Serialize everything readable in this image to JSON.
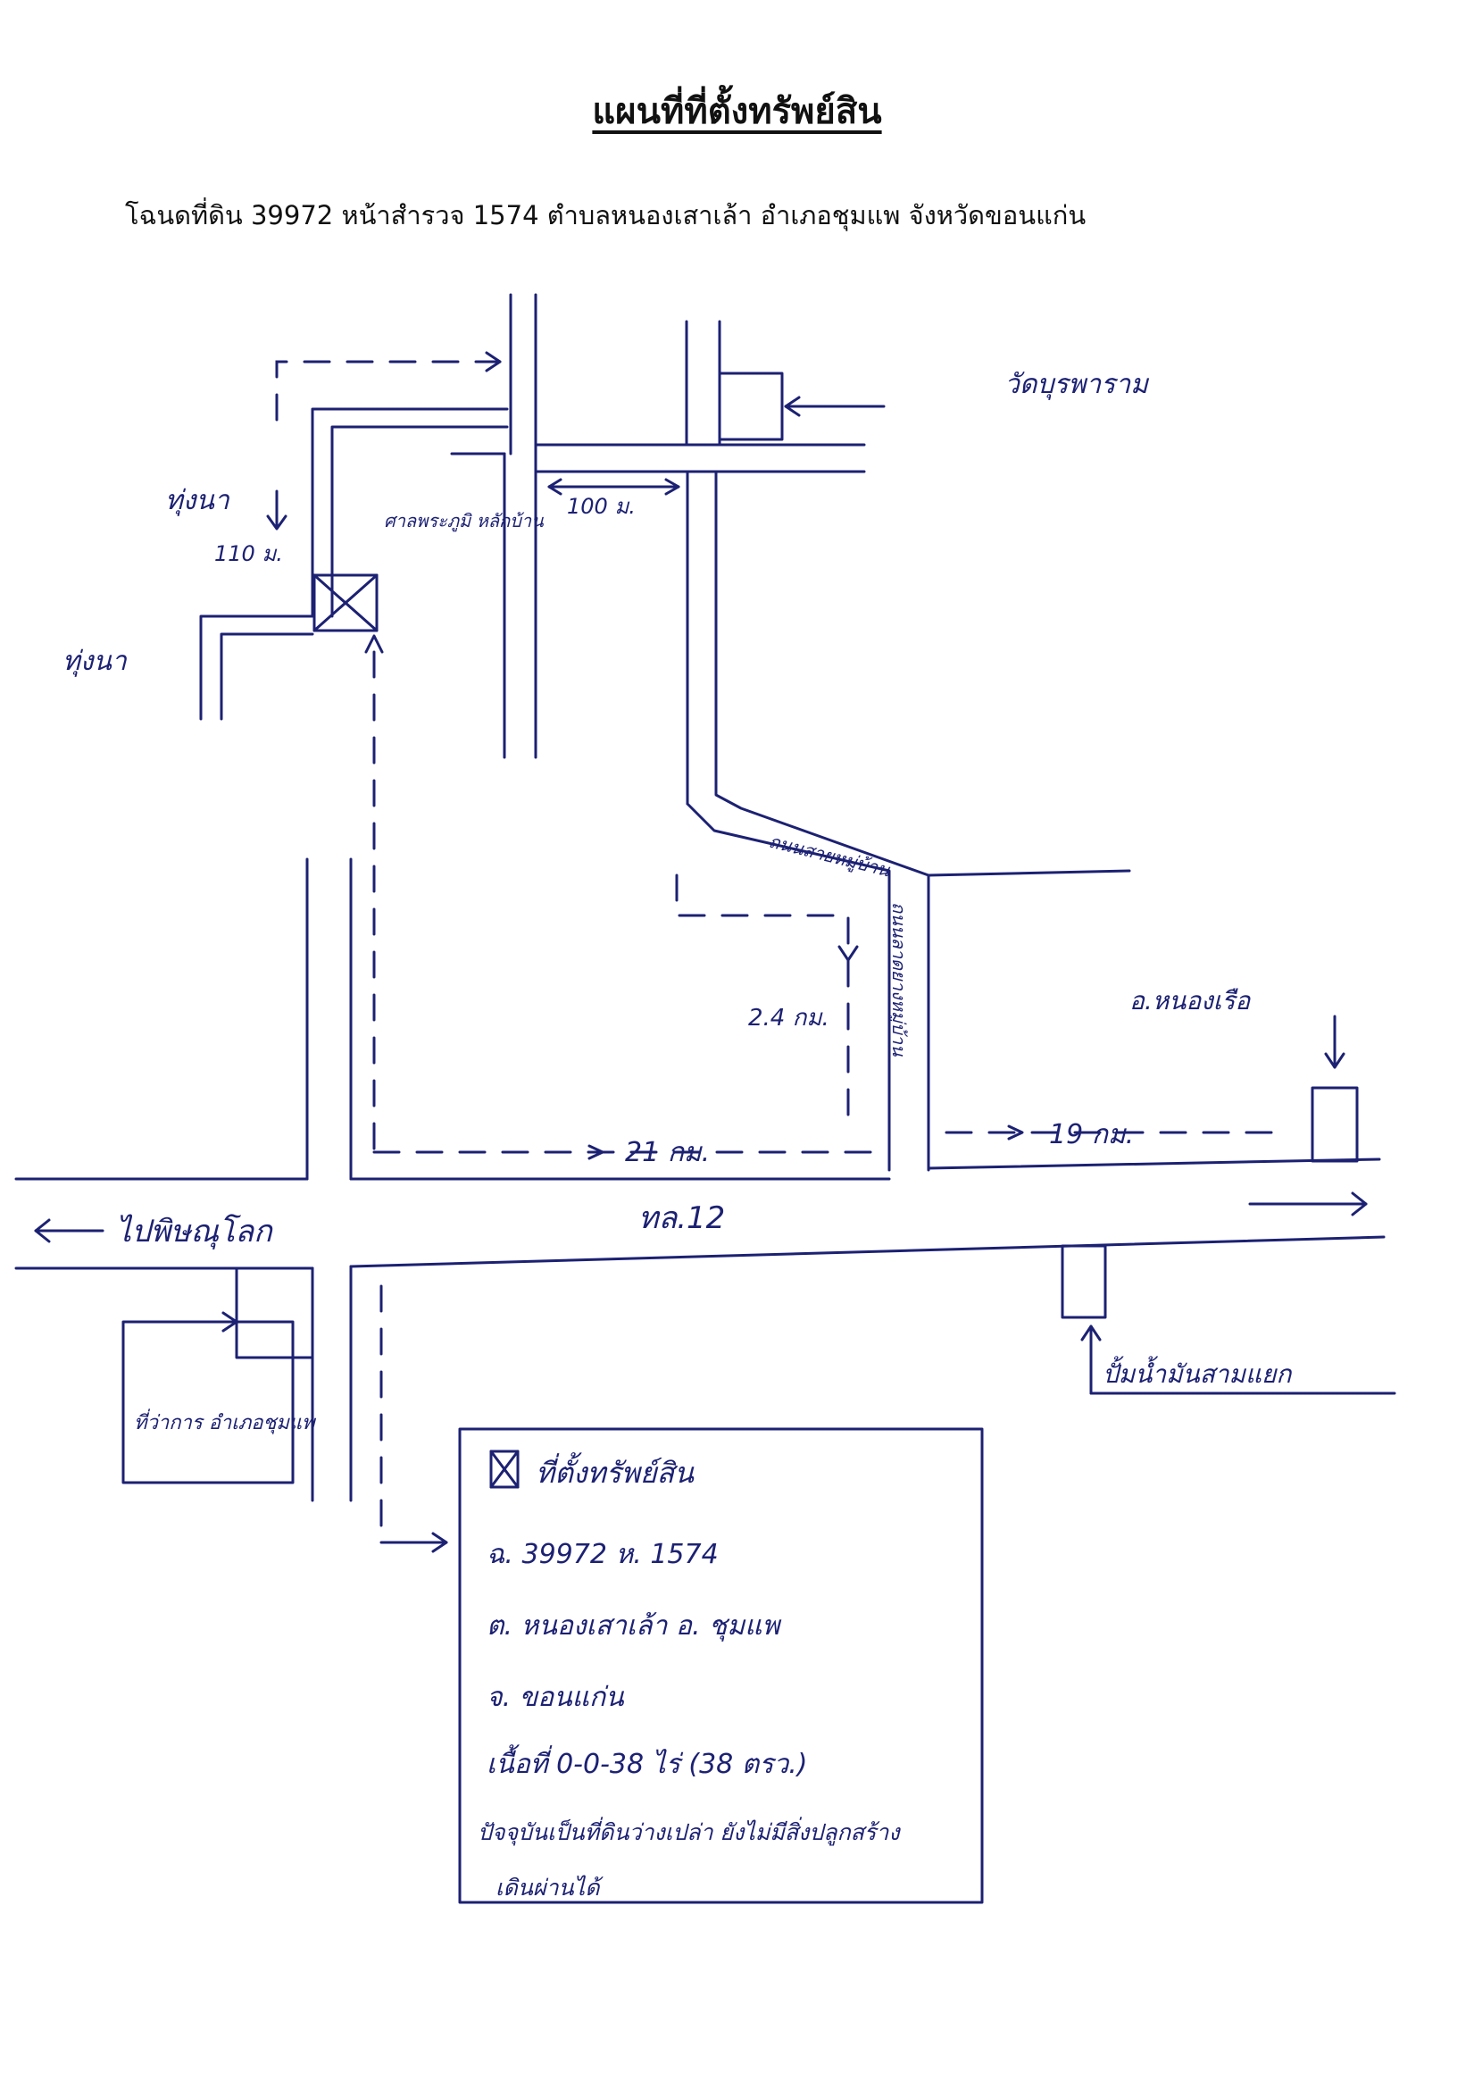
{
  "document": {
    "title": "แผนที่ที่ตั้งทรัพย์สิน",
    "subtitle": "โฉนดที่ดิน 39972  หน้าสำรวจ 1574 ตำบลหนองเสาเล้า อำเภอชุมแพ จังหวัดขอนแก่น"
  },
  "map_labels": {
    "temple": "วัดบุรพาราม",
    "paddy_top": "ทุ่งนา",
    "distance_110": "110 ม.",
    "paddy_left": "ทุ่งนา",
    "village_shrine": "ศาลพระภูมิ หลักบ้าน",
    "distance_100": "100 ม.",
    "internal_road": "ถนนสายหมู่บ้าน",
    "side_road": "ถนนลาดยางหมู่บ้าน",
    "distance_2_4": "2.4 กม.",
    "distance_21": "21 กม.",
    "distance_19": "19 กม.",
    "district_office_north": "อ.หนองเรือ",
    "highway": "ทล.12",
    "to_phitsanulok": "ไปพิษณุโลก",
    "district_office": "ที่ว่าการ อำเภอชุมแพ",
    "gas_station": "ปั้มน้ำมันสามแยก"
  },
  "legend": {
    "title": "ที่ตั้งทรัพย์สิน",
    "line1": "ฉ. 39972 ห. 1574",
    "line2": "ต. หนองเสาเล้า อ. ชุมแพ",
    "line3": "จ. ขอนแก่น",
    "line4": "เนื้อที่ 0-0-38 ไร่ (38 ตรว.)",
    "line5": "ปัจจุบันเป็นที่ดินว่างเปล่า ยังไม่มีสิ่งปลูกสร้าง",
    "line6": "เดินผ่านได้"
  },
  "colors": {
    "ink": "#1c2173",
    "paper": "#ffffff"
  }
}
